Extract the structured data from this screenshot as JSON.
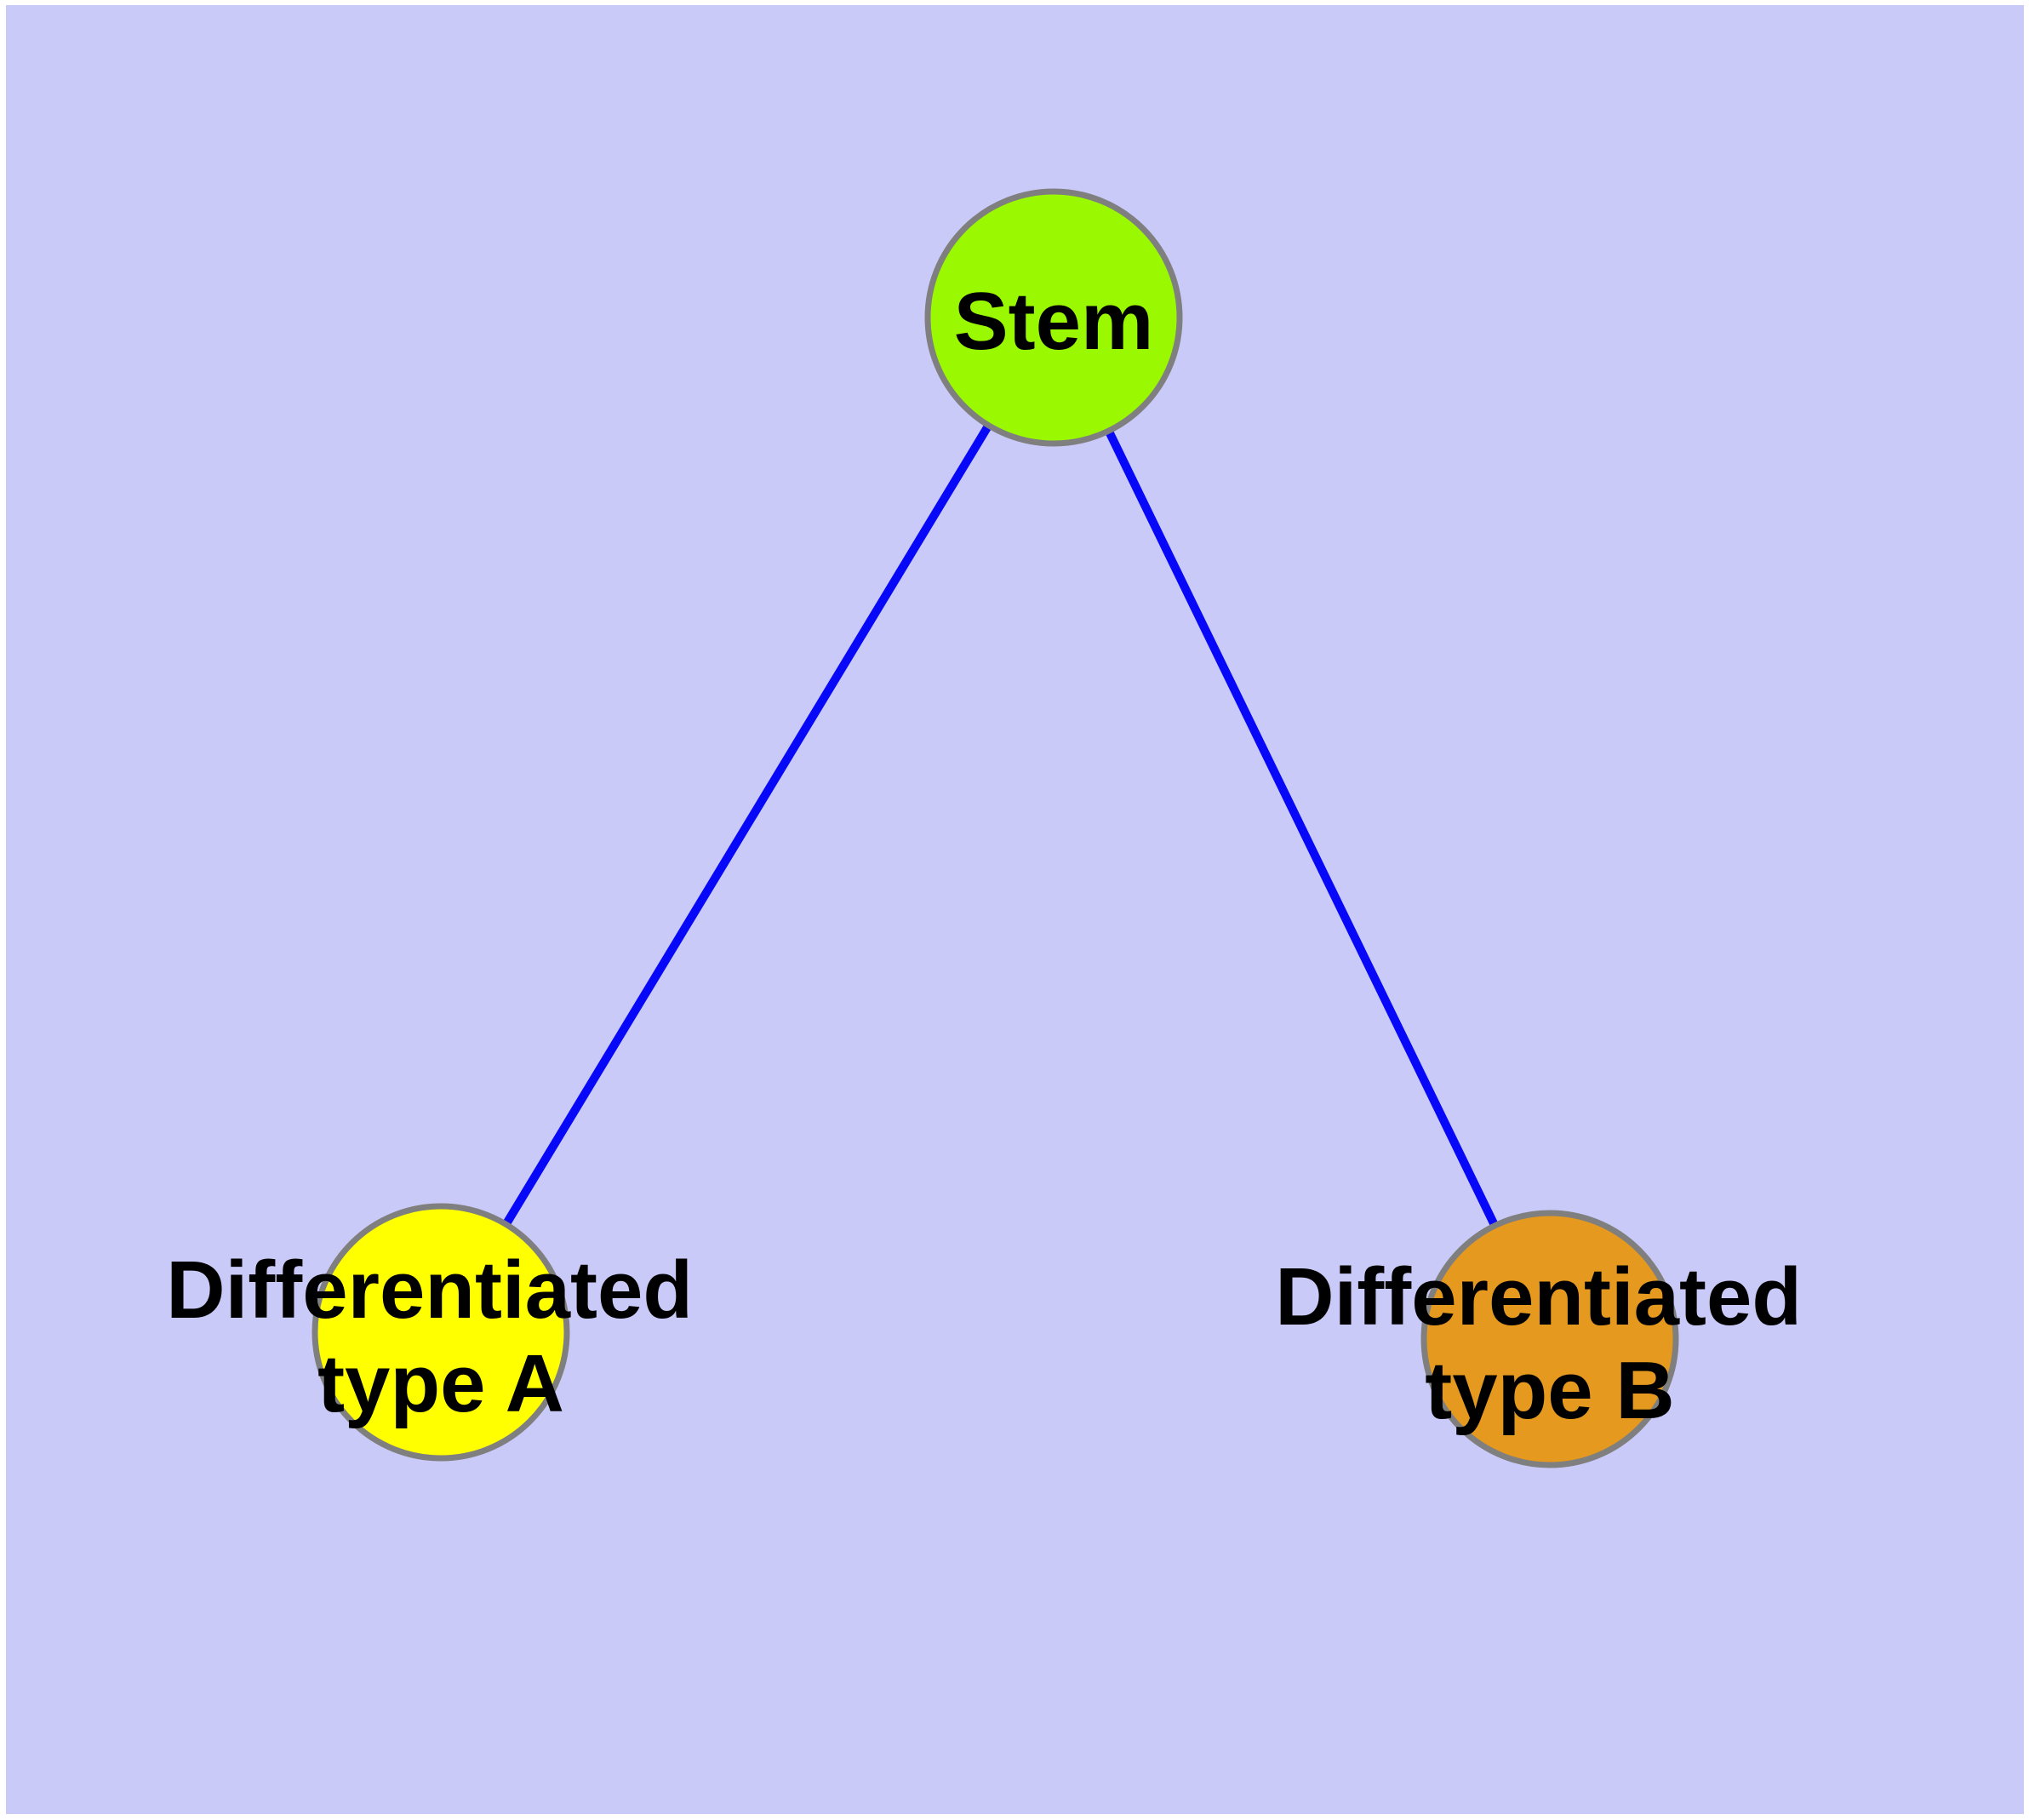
{
  "diagram": {
    "background_color": "#CACAF8",
    "edge_color": "#0808F8",
    "node_border_color": "#7F7F7F",
    "text_color": "#000000",
    "nodes": {
      "stem": {
        "label": "Stem",
        "fill": "#9AF900"
      },
      "type_a": {
        "label_line1": "Differentiated",
        "label_line2": "type A",
        "fill": "#FFFF00"
      },
      "type_b": {
        "label_line1": "Differentiated",
        "label_line2": "type B",
        "fill": "#E5991E"
      }
    },
    "edges": [
      {
        "from": "Stem",
        "to": "Differentiated type A"
      },
      {
        "from": "Stem",
        "to": "Differentiated type B"
      }
    ]
  }
}
